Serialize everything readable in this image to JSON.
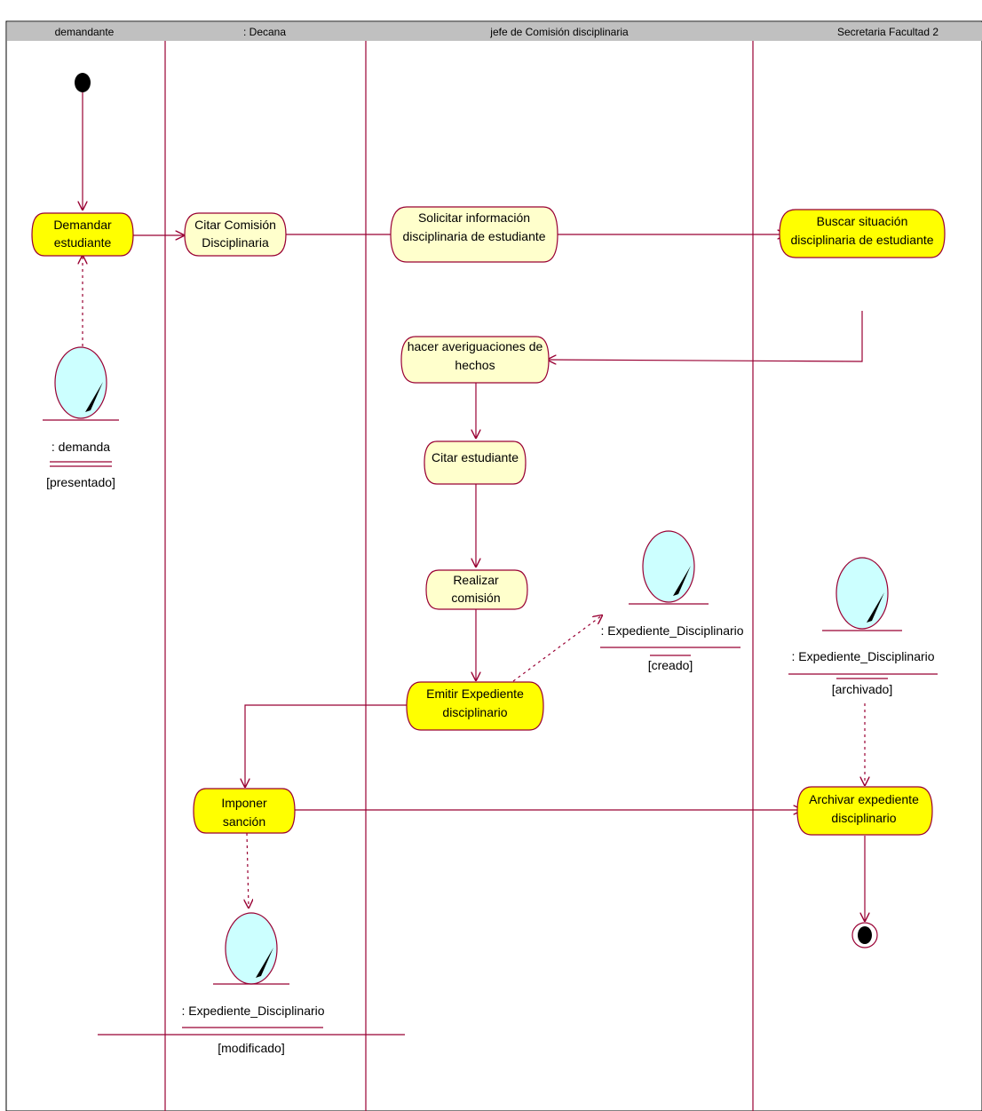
{
  "lanes": [
    "demandante",
    ": Decana",
    "jefe de Comisión disciplinaria",
    "Secretaria Facultad 2"
  ],
  "activities": {
    "demandar": [
      "Demandar",
      "estudiante"
    ],
    "citar_comision": [
      "Citar Comisión",
      "Disciplinaria"
    ],
    "solicitar": [
      "Solicitar información",
      "disciplinaria de estudiante"
    ],
    "buscar": [
      "Buscar situación",
      "disciplinaria de estudiante"
    ],
    "averiguaciones": [
      "hacer averiguaciones de",
      "hechos"
    ],
    "citar_estudiante": [
      "Citar estudiante"
    ],
    "realizar": [
      "Realizar",
      "comisión"
    ],
    "emitir": [
      "Emitir Expediente",
      "disciplinario"
    ],
    "imponer": [
      "Imponer",
      "sanción"
    ],
    "archivar": [
      "Archivar expediente",
      "disciplinario"
    ]
  },
  "objects": {
    "demanda": {
      "name": ": demanda",
      "state": "[presentado]"
    },
    "exp_creado": {
      "name": ": Expediente_Disciplinario",
      "state": "[creado]"
    },
    "exp_archivado": {
      "name": ": Expediente_Disciplinario",
      "state": "[archivado]"
    },
    "exp_modificado": {
      "name": ": Expediente_Disciplinario",
      "state": "[modificado]"
    }
  },
  "colors": {
    "line": "#990033",
    "activity_highlight": "#ffff00",
    "activity_plain": "#ffffcc",
    "object_fill": "#ccffff",
    "header_bg": "#c0c0c0"
  }
}
